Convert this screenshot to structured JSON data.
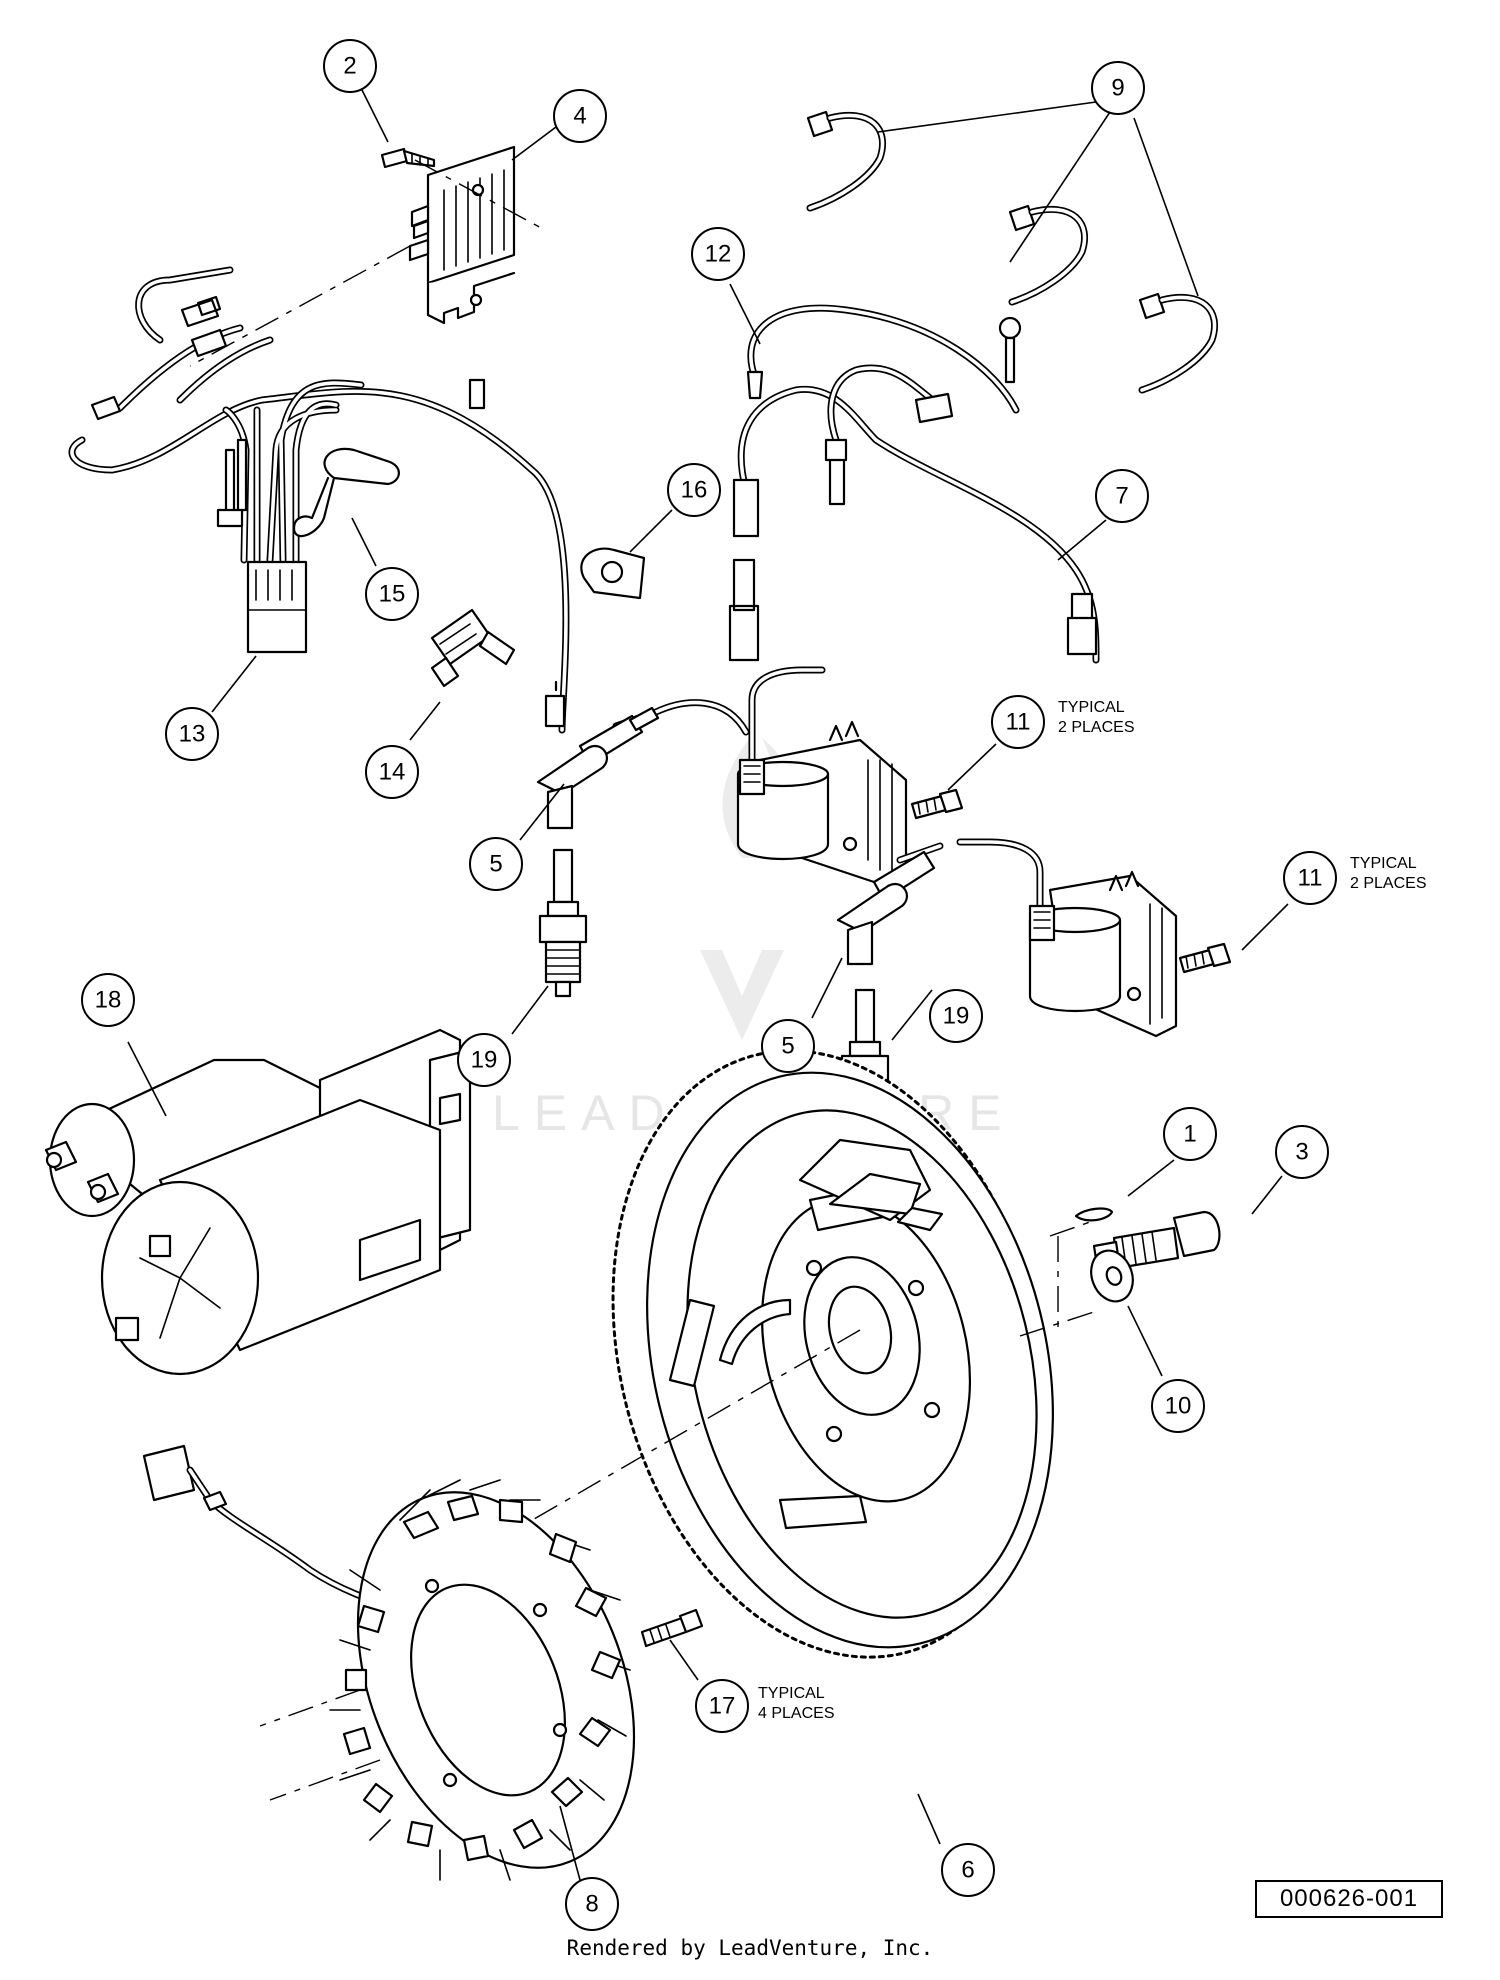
{
  "callouts": [
    {
      "id": "c1",
      "label": "1"
    },
    {
      "id": "c2",
      "label": "2"
    },
    {
      "id": "c3",
      "label": "3"
    },
    {
      "id": "c4",
      "label": "4"
    },
    {
      "id": "c5a",
      "label": "5"
    },
    {
      "id": "c5b",
      "label": "5"
    },
    {
      "id": "c6",
      "label": "6"
    },
    {
      "id": "c7",
      "label": "7"
    },
    {
      "id": "c8",
      "label": "8"
    },
    {
      "id": "c9",
      "label": "9"
    },
    {
      "id": "c10",
      "label": "10"
    },
    {
      "id": "c11a",
      "label": "11"
    },
    {
      "id": "c11b",
      "label": "11"
    },
    {
      "id": "c12",
      "label": "12"
    },
    {
      "id": "c13",
      "label": "13"
    },
    {
      "id": "c14",
      "label": "14"
    },
    {
      "id": "c15",
      "label": "15"
    },
    {
      "id": "c16",
      "label": "16"
    },
    {
      "id": "c17",
      "label": "17"
    },
    {
      "id": "c18",
      "label": "18"
    },
    {
      "id": "c19a",
      "label": "19"
    },
    {
      "id": "c19b",
      "label": "19"
    }
  ],
  "notes": {
    "n11a": [
      "TYPICAL",
      "2 PLACES"
    ],
    "n11b": [
      "TYPICAL",
      "2 PLACES"
    ],
    "n17": [
      "TYPICAL",
      "4 PLACES"
    ]
  },
  "watermark": "LEADVENTURE",
  "drawing_id": "000626-001",
  "footer": "Rendered by LeadVenture, Inc."
}
